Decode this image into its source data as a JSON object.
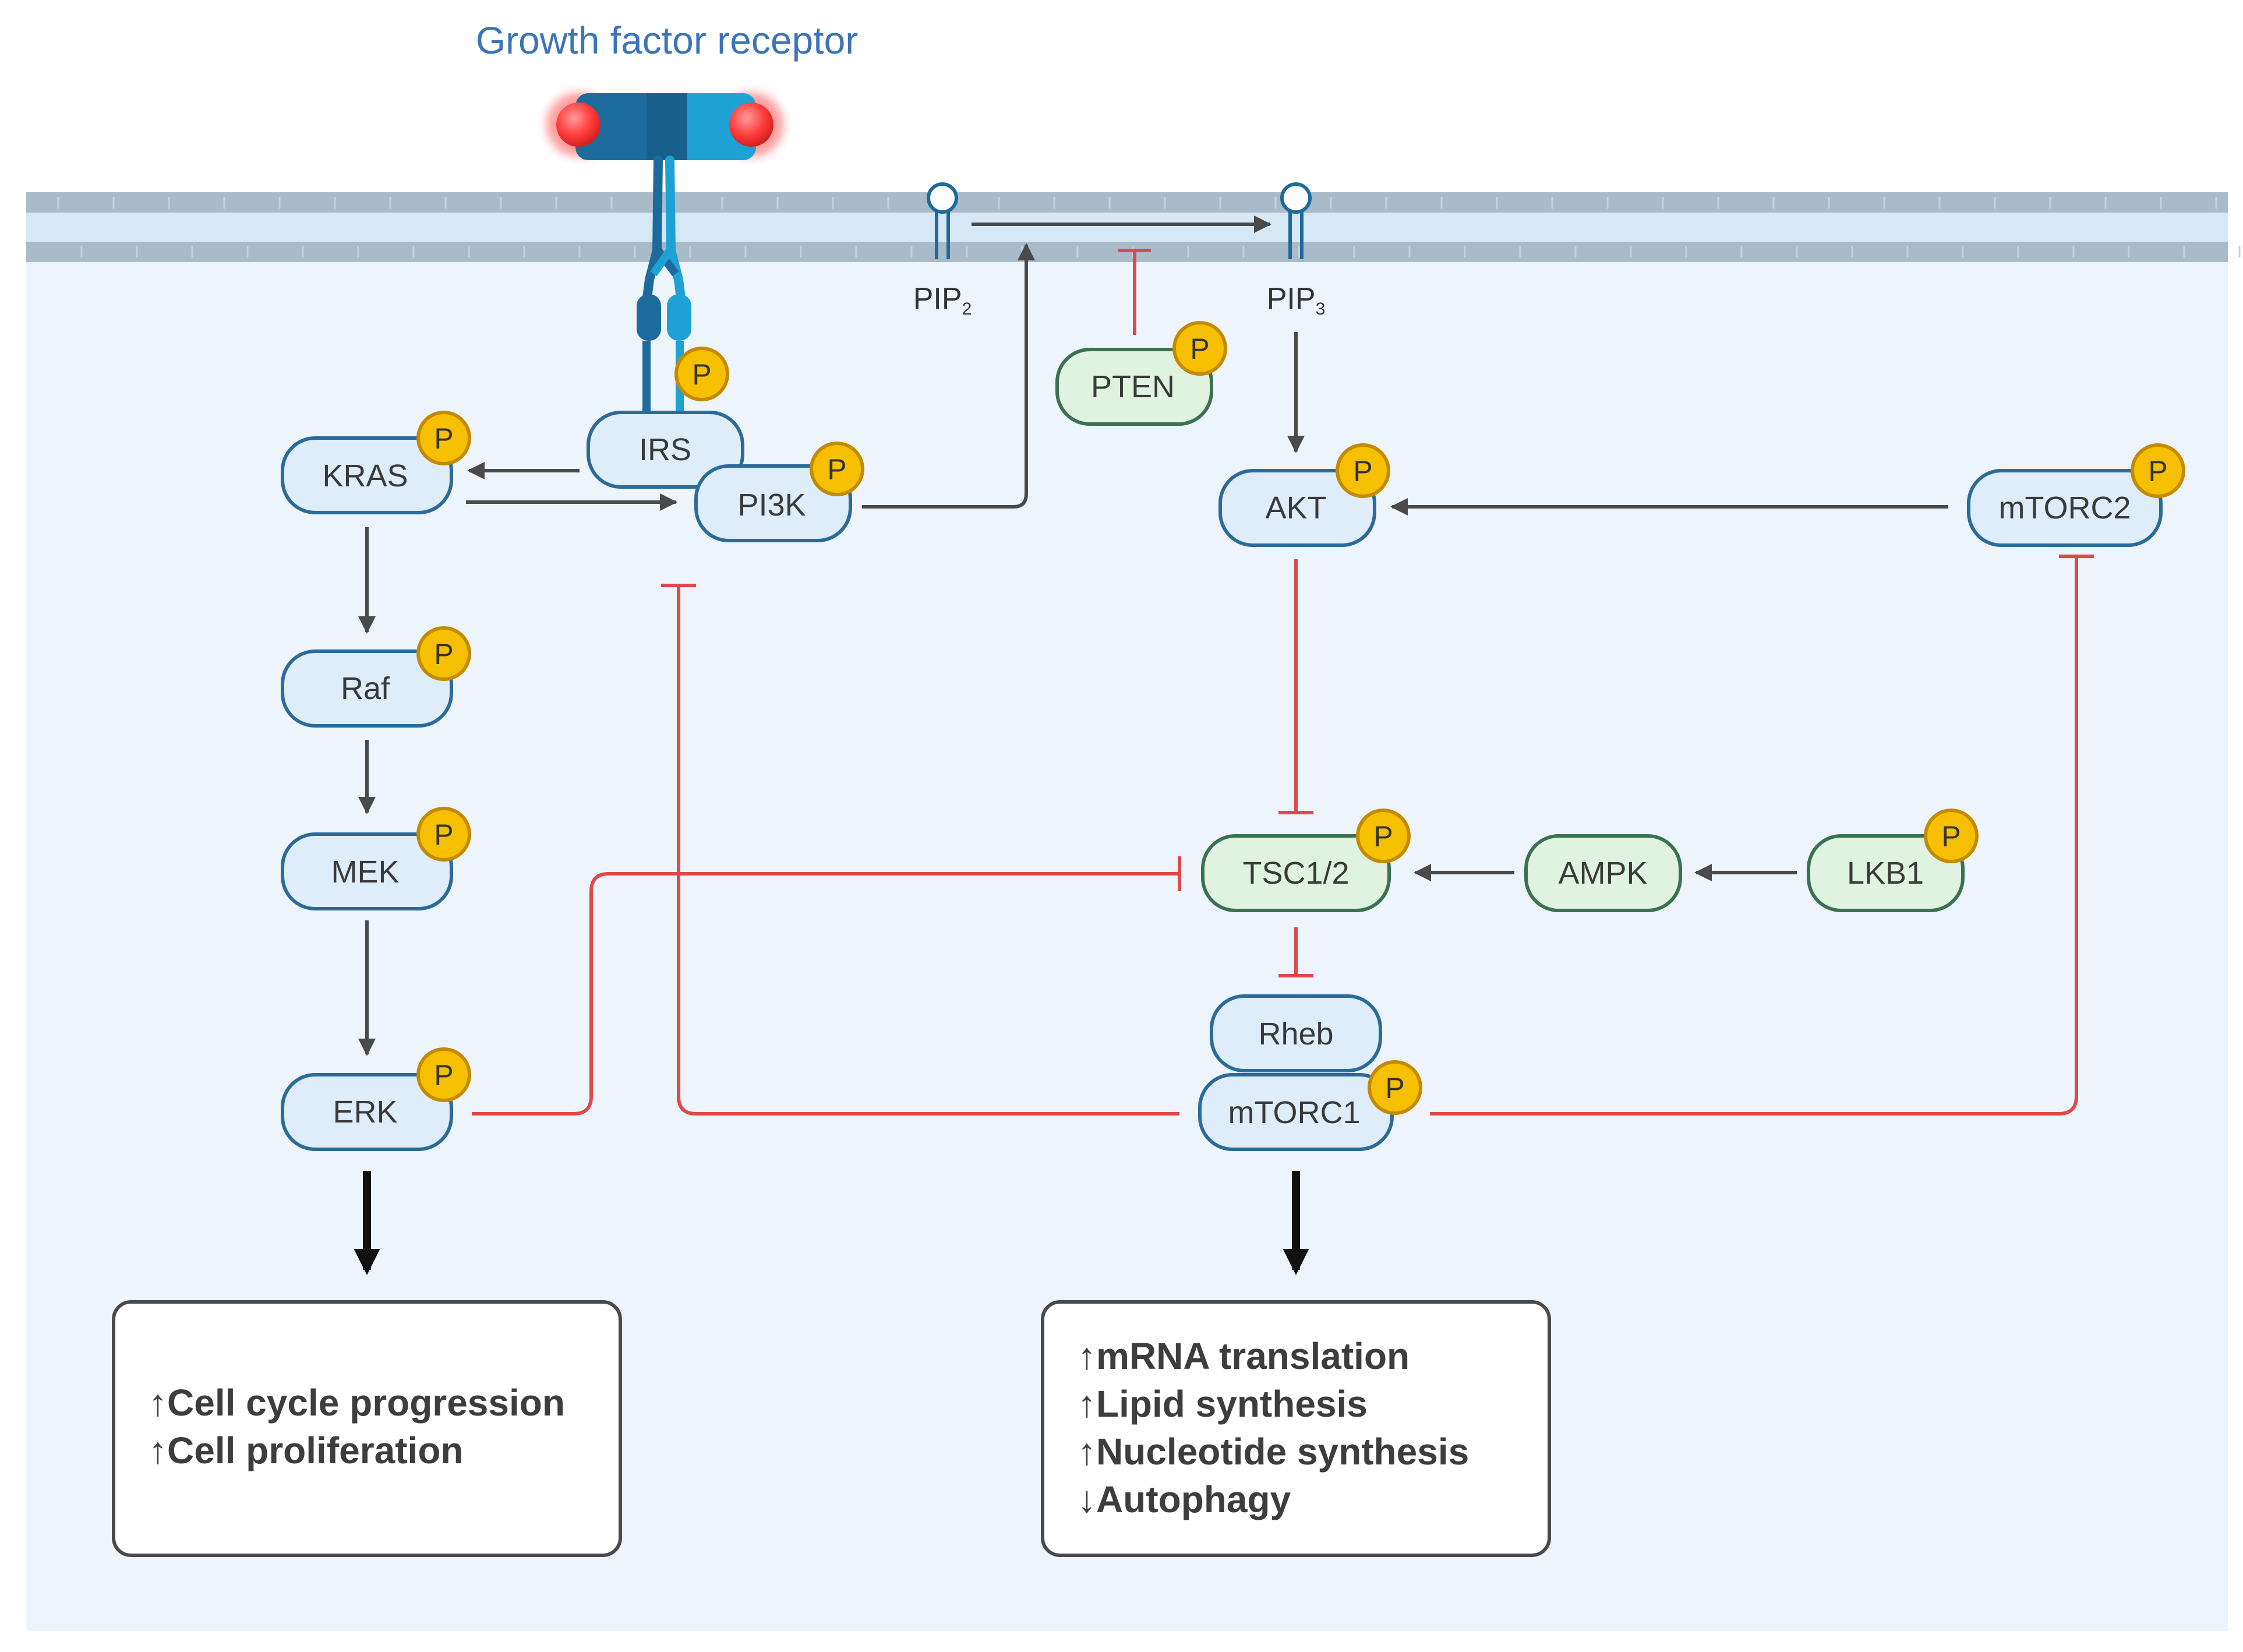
{
  "title": "Growth factor receptor",
  "phospho_label": "P",
  "lipids": [
    {
      "id": "pip2",
      "name": "PIP",
      "sub": "2"
    },
    {
      "id": "pip3",
      "name": "PIP",
      "sub": "3"
    }
  ],
  "nodes": {
    "irs": {
      "label": "IRS",
      "phosphorylated": true,
      "color": "blue"
    },
    "pi3k": {
      "label": "PI3K",
      "phosphorylated": true,
      "color": "blue"
    },
    "kras": {
      "label": "KRAS",
      "phosphorylated": true,
      "color": "blue"
    },
    "raf": {
      "label": "Raf",
      "phosphorylated": true,
      "color": "blue"
    },
    "mek": {
      "label": "MEK",
      "phosphorylated": true,
      "color": "blue"
    },
    "erk": {
      "label": "ERK",
      "phosphorylated": true,
      "color": "blue"
    },
    "pten": {
      "label": "PTEN",
      "phosphorylated": true,
      "color": "green"
    },
    "akt": {
      "label": "AKT",
      "phosphorylated": true,
      "color": "blue"
    },
    "mtorc2": {
      "label": "mTORC2",
      "phosphorylated": true,
      "color": "blue"
    },
    "tsc": {
      "label": "TSC1/2",
      "phosphorylated": true,
      "color": "green"
    },
    "ampk": {
      "label": "AMPK",
      "phosphorylated": false,
      "color": "green"
    },
    "lkb1": {
      "label": "LKB1",
      "phosphorylated": true,
      "color": "green"
    },
    "rheb": {
      "label": "Rheb",
      "phosphorylated": false,
      "color": "blue"
    },
    "mtorc1": {
      "label": "mTORC1",
      "phosphorylated": true,
      "color": "blue"
    }
  },
  "edges": [
    {
      "from": "irs",
      "to": "kras",
      "type": "activation"
    },
    {
      "from": "kras",
      "to": "pi3k",
      "type": "activation"
    },
    {
      "from": "pi3k",
      "to": "pip2-pip3",
      "type": "activation"
    },
    {
      "from": "pip2",
      "to": "pip3",
      "type": "activation"
    },
    {
      "from": "pten",
      "to": "pip2-pip3",
      "type": "inhibition"
    },
    {
      "from": "pip3",
      "to": "akt",
      "type": "activation"
    },
    {
      "from": "mtorc2",
      "to": "akt",
      "type": "activation"
    },
    {
      "from": "kras",
      "to": "raf",
      "type": "activation"
    },
    {
      "from": "raf",
      "to": "mek",
      "type": "activation"
    },
    {
      "from": "mek",
      "to": "erk",
      "type": "activation"
    },
    {
      "from": "akt",
      "to": "tsc",
      "type": "inhibition"
    },
    {
      "from": "erk",
      "to": "tsc",
      "type": "inhibition"
    },
    {
      "from": "ampk",
      "to": "tsc",
      "type": "activation"
    },
    {
      "from": "lkb1",
      "to": "ampk",
      "type": "activation"
    },
    {
      "from": "tsc",
      "to": "rheb",
      "type": "inhibition"
    },
    {
      "from": "mtorc1",
      "to": "pi3k",
      "type": "inhibition"
    },
    {
      "from": "mtorc1",
      "to": "mtorc2",
      "type": "inhibition"
    },
    {
      "from": "erk",
      "to": "outcome_left",
      "type": "output"
    },
    {
      "from": "mtorc1",
      "to": "outcome_right",
      "type": "output"
    }
  ],
  "outcomes": {
    "left": [
      {
        "arrow": "↑",
        "text": "Cell cycle progression"
      },
      {
        "arrow": "↑",
        "text": "Cell proliferation"
      }
    ],
    "right": [
      {
        "arrow": "↑",
        "text": "mRNA translation"
      },
      {
        "arrow": "↑",
        "text": "Lipid synthesis"
      },
      {
        "arrow": "↑",
        "text": "Nucleotide synthesis"
      },
      {
        "arrow": "↓",
        "text": "Autophagy"
      }
    ]
  },
  "colors": {
    "cytoplasm": "#edf4fc",
    "membrane": "#a9bac9",
    "membrane_inner": "#d6e8f6",
    "blue_fill": "#deedf9",
    "blue_stroke": "#2b6b99",
    "green_fill": "#dff3e0",
    "green_stroke": "#3a7251",
    "phospho_fill": "#f6c000",
    "phospho_stroke": "#c48a00",
    "activation": "#4a4a4a",
    "inhibition": "#e04848",
    "receptor_dark": "#1d6b9c",
    "receptor_light": "#1ea2d6",
    "ligand": "#ff4a4a",
    "title_color": "#3b74b7"
  }
}
